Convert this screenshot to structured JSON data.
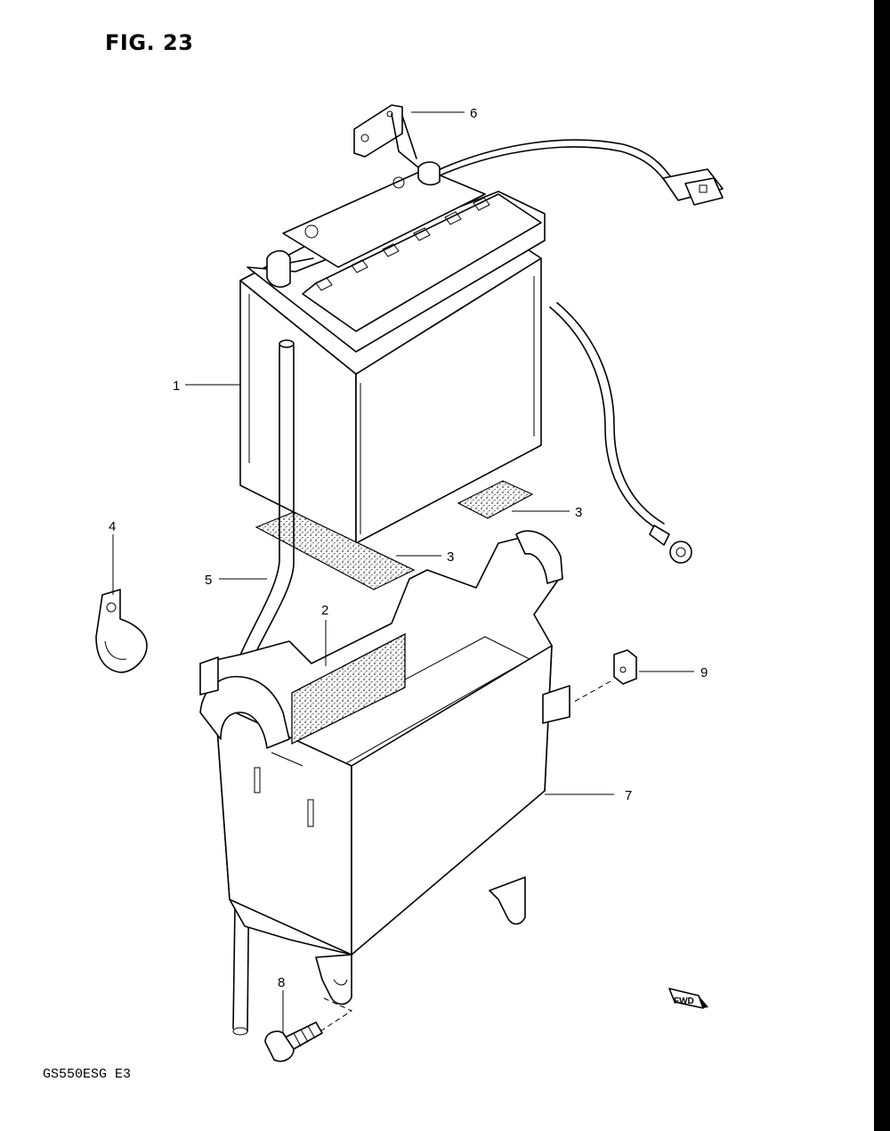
{
  "figure": {
    "title": "FIG. 23",
    "model_code": "GS550ESG E3"
  },
  "callouts": [
    {
      "id": "1",
      "label": "1"
    },
    {
      "id": "2",
      "label": "2"
    },
    {
      "id": "3a",
      "label": "3"
    },
    {
      "id": "3b",
      "label": "3"
    },
    {
      "id": "4",
      "label": "4"
    },
    {
      "id": "5",
      "label": "5"
    },
    {
      "id": "6",
      "label": "6"
    },
    {
      "id": "7",
      "label": "7"
    },
    {
      "id": "8",
      "label": "8"
    },
    {
      "id": "9",
      "label": "9"
    }
  ],
  "direction_mark": {
    "label": "FWD"
  }
}
